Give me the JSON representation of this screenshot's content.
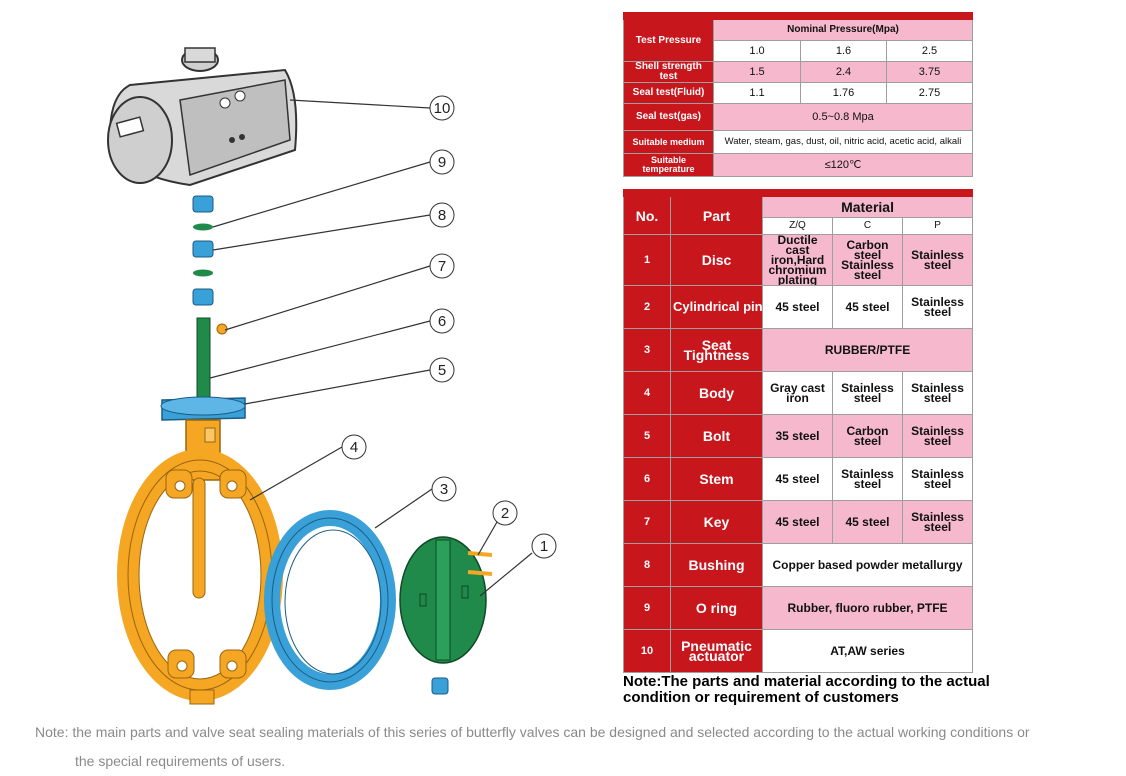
{
  "test_table": {
    "header_label": "Test Pressure",
    "nominal_label": "Nominal Pressure(Mpa)",
    "nominal_values": [
      "1.0",
      "1.6",
      "2.5"
    ],
    "rows": [
      {
        "label": "Shell strength test",
        "values": [
          "1.5",
          "2.4",
          "3.75"
        ]
      },
      {
        "label": "Seal test(Fluid)",
        "values": [
          "1.1",
          "1.76",
          "2.75"
        ]
      }
    ],
    "seal_gas_label": "Seal test(gas)",
    "seal_gas_value": "0.5~0.8 Mpa",
    "medium_label": "Suitable medium",
    "medium_value": "Water, steam, gas, dust, oil, nitric acid, acetic acid, alkali",
    "temperature_label": "Suitable temperature",
    "temperature_value": "≤120℃"
  },
  "material_table": {
    "no_header": "No.",
    "part_header": "Part",
    "material_header": "Material",
    "sub_headers": [
      "Z/Q",
      "C",
      "P"
    ],
    "rows": [
      {
        "no": "1",
        "part": "Disc",
        "z": "Ductile cast iron,Hard chromium plating",
        "c": "Carbon steel Stainless steel",
        "p": "Stainless steel"
      },
      {
        "no": "2",
        "part": "Cylindrical pin",
        "z": "45 steel",
        "c": "45 steel",
        "p": "Stainless steel"
      },
      {
        "no": "3",
        "part": "Seat Tightness",
        "span": "RUBBER/PTFE"
      },
      {
        "no": "4",
        "part": "Body",
        "z": "Gray cast iron",
        "c": "Stainless steel",
        "p": "Stainless steel"
      },
      {
        "no": "5",
        "part": "Bolt",
        "z": "35 steel",
        "c": "Carbon steel",
        "p": "Stainless steel"
      },
      {
        "no": "6",
        "part": "Stem",
        "z": "45 steel",
        "c": "Stainless steel",
        "p": "Stainless steel"
      },
      {
        "no": "7",
        "part": "Key",
        "z": "45 steel",
        "c": "45 steel",
        "p": "Stainless steel"
      },
      {
        "no": "8",
        "part": "Bushing",
        "span": "Copper based powder metallurgy"
      },
      {
        "no": "9",
        "part": "O ring",
        "span": "Rubber, fluoro rubber, PTFE"
      },
      {
        "no": "10",
        "part": "Pneumatic actuator",
        "span": "AT,AW series"
      }
    ]
  },
  "table_note": "Note:The parts and material according to the actual condition or requirement of customers",
  "bottom_note_line1": "Note: the main parts and valve seat sealing materials of this series of butterfly valves can be designed and selected according to the actual working conditions or",
  "bottom_note_line2": "the special requirements of users.",
  "diagram": {
    "callouts": [
      "1",
      "2",
      "3",
      "4",
      "5",
      "6",
      "7",
      "8",
      "9",
      "10"
    ]
  },
  "colors": {
    "header_red": "#c8161d",
    "cell_pink": "#f5b8cc",
    "body_yellow": "#f5a623",
    "seat_blue": "#3aa0d8",
    "disc_green": "#1f8a4a"
  }
}
